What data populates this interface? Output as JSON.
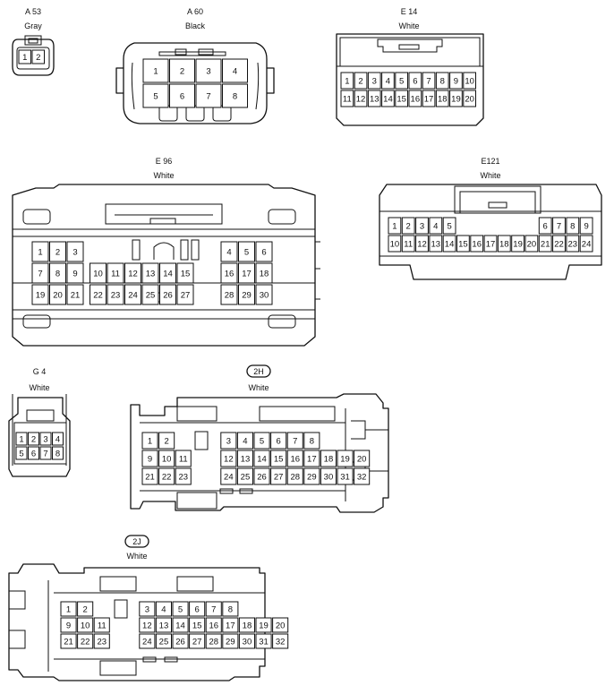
{
  "connectors": [
    {
      "id": "A53",
      "name": "A 53",
      "color": "Gray",
      "boxed": false,
      "rows": [
        [
          "1",
          "2"
        ]
      ]
    },
    {
      "id": "A60",
      "name": "A 60",
      "color": "Black",
      "boxed": false,
      "rows": [
        [
          "1",
          "2",
          "3",
          "4"
        ],
        [
          "5",
          "6",
          "7",
          "8"
        ]
      ]
    },
    {
      "id": "E14",
      "name": "E 14",
      "color": "White",
      "boxed": false,
      "rows": [
        [
          "1",
          "2",
          "3",
          "4",
          "5",
          "6",
          "7",
          "8",
          "9",
          "10"
        ],
        [
          "11",
          "12",
          "13",
          "14",
          "15",
          "16",
          "17",
          "18",
          "19",
          "20"
        ]
      ]
    },
    {
      "id": "E96",
      "name": "E 96",
      "color": "White",
      "boxed": false,
      "rows": [
        [
          "1",
          "2",
          "3",
          "",
          "",
          "",
          "",
          "",
          "",
          "",
          "4",
          "5",
          "6"
        ],
        [
          "7",
          "8",
          "9",
          "10",
          "11",
          "12",
          "13",
          "14",
          "15",
          "",
          "16",
          "17",
          "18"
        ],
        [
          "19",
          "20",
          "21",
          "22",
          "23",
          "24",
          "25",
          "26",
          "27",
          "",
          "28",
          "29",
          "30"
        ]
      ]
    },
    {
      "id": "E121",
      "name": "E121",
      "color": "White",
      "boxed": false,
      "rows": [
        [
          "1",
          "2",
          "3",
          "4",
          "5",
          "",
          "",
          "",
          "",
          "",
          "",
          "6",
          "7",
          "8",
          "9"
        ],
        [
          "10",
          "11",
          "12",
          "13",
          "14",
          "15",
          "16",
          "17",
          "18",
          "19",
          "20",
          "21",
          "22",
          "23",
          "24"
        ]
      ]
    },
    {
      "id": "G4",
      "name": "G 4",
      "color": "White",
      "boxed": false,
      "rows": [
        [
          "1",
          "2",
          "3",
          "4"
        ],
        [
          "5",
          "6",
          "7",
          "8"
        ]
      ]
    },
    {
      "id": "2H",
      "name": "2H",
      "color": "White",
      "boxed": true,
      "rows": [
        [
          "1",
          "2",
          "",
          "3",
          "4",
          "5",
          "6",
          "7",
          "8"
        ],
        [
          "9",
          "10",
          "11",
          "12",
          "13",
          "14",
          "15",
          "16",
          "17",
          "18",
          "19",
          "20"
        ],
        [
          "21",
          "22",
          "23",
          "24",
          "25",
          "26",
          "27",
          "28",
          "29",
          "30",
          "31",
          "32"
        ]
      ]
    },
    {
      "id": "2J",
      "name": "2J",
      "color": "White",
      "boxed": true,
      "rows": [
        [
          "1",
          "2",
          "",
          "3",
          "4",
          "5",
          "6",
          "7",
          "8"
        ],
        [
          "9",
          "10",
          "11",
          "12",
          "13",
          "14",
          "15",
          "16",
          "17",
          "18",
          "19",
          "20"
        ],
        [
          "21",
          "22",
          "23",
          "24",
          "25",
          "26",
          "27",
          "28",
          "29",
          "30",
          "31",
          "32"
        ]
      ]
    }
  ]
}
